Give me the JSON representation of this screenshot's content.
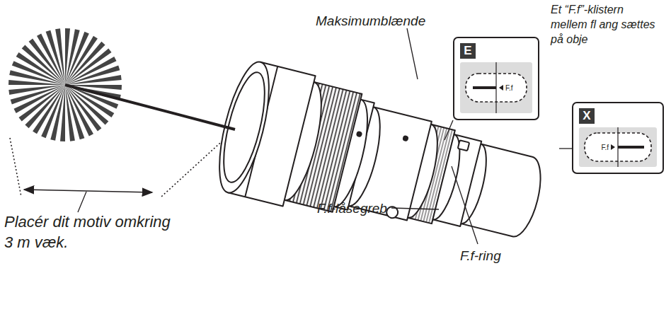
{
  "diagram": {
    "nodes": [
      {
        "text": [
          "E",
          "F.f"
        ]
      },
      {
        "text": [
          "X",
          "F.f"
        ]
      }
    ],
    "labels": [
      "Maksimumblænde",
      "Et “F.f”-klistern mellem fl ang sættes på obje",
      "Placér dit motiv omkring 3 m væk.",
      "F.f-låsegreb",
      "F.f-ring"
    ]
  }
}
